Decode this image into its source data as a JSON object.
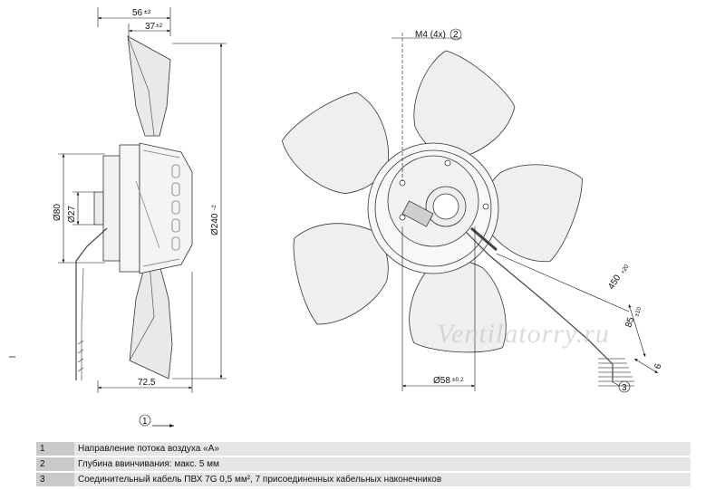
{
  "side_view": {
    "dim_56": "56",
    "dim_56_tol": "±3",
    "dim_37": "37",
    "dim_37_tol": "±2",
    "dim_80": "Ø80",
    "dim_27": "Ø27",
    "dim_240": "Ø240",
    "dim_240_tol": "-2",
    "dim_72": "72.5"
  },
  "front_view": {
    "dim_m4": "M4 (4x)",
    "dim_m4_ref": "2",
    "dim_450": "450",
    "dim_450_tol": "+20",
    "dim_85": "85",
    "dim_85_tol": "±10",
    "dim_6": "6",
    "dim_58": "Ø58",
    "dim_58_tol": "±0.2",
    "callout_3": "3"
  },
  "airflow": {
    "callout": "1"
  },
  "watermark": "Ventilatorry.ru",
  "legend": [
    {
      "num": "1",
      "text": "Направление потока воздуха «A»"
    },
    {
      "num": "2",
      "text": "Глубина ввинчивания: макс. 5 мм"
    },
    {
      "num": "3",
      "text": "Соединительный кабель ПВХ 7G 0,5 мм², 7 присоединенных кабельных наконечников"
    }
  ]
}
